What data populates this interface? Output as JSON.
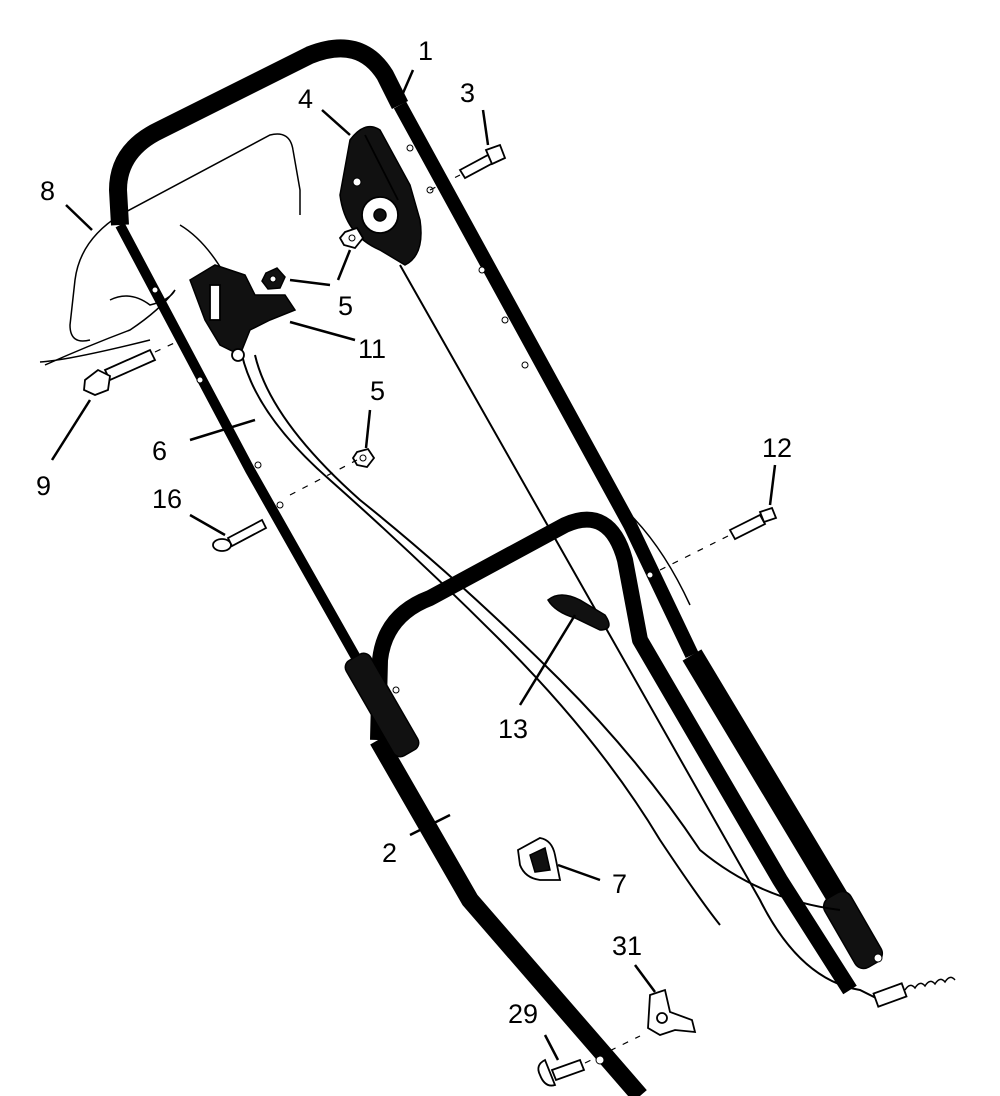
{
  "title": "",
  "callouts": [
    {
      "id": "1",
      "label": "1"
    },
    {
      "id": "2",
      "label": "2"
    },
    {
      "id": "3",
      "label": "3"
    },
    {
      "id": "4",
      "label": "4"
    },
    {
      "id": "5a",
      "label": "5"
    },
    {
      "id": "5b",
      "label": "5"
    },
    {
      "id": "6",
      "label": "6"
    },
    {
      "id": "7",
      "label": "7"
    },
    {
      "id": "8",
      "label": "8"
    },
    {
      "id": "9",
      "label": "9"
    },
    {
      "id": "11",
      "label": "11"
    },
    {
      "id": "12",
      "label": "12"
    },
    {
      "id": "13",
      "label": "13"
    },
    {
      "id": "16",
      "label": "16"
    },
    {
      "id": "29",
      "label": "29"
    },
    {
      "id": "31",
      "label": "31"
    }
  ]
}
